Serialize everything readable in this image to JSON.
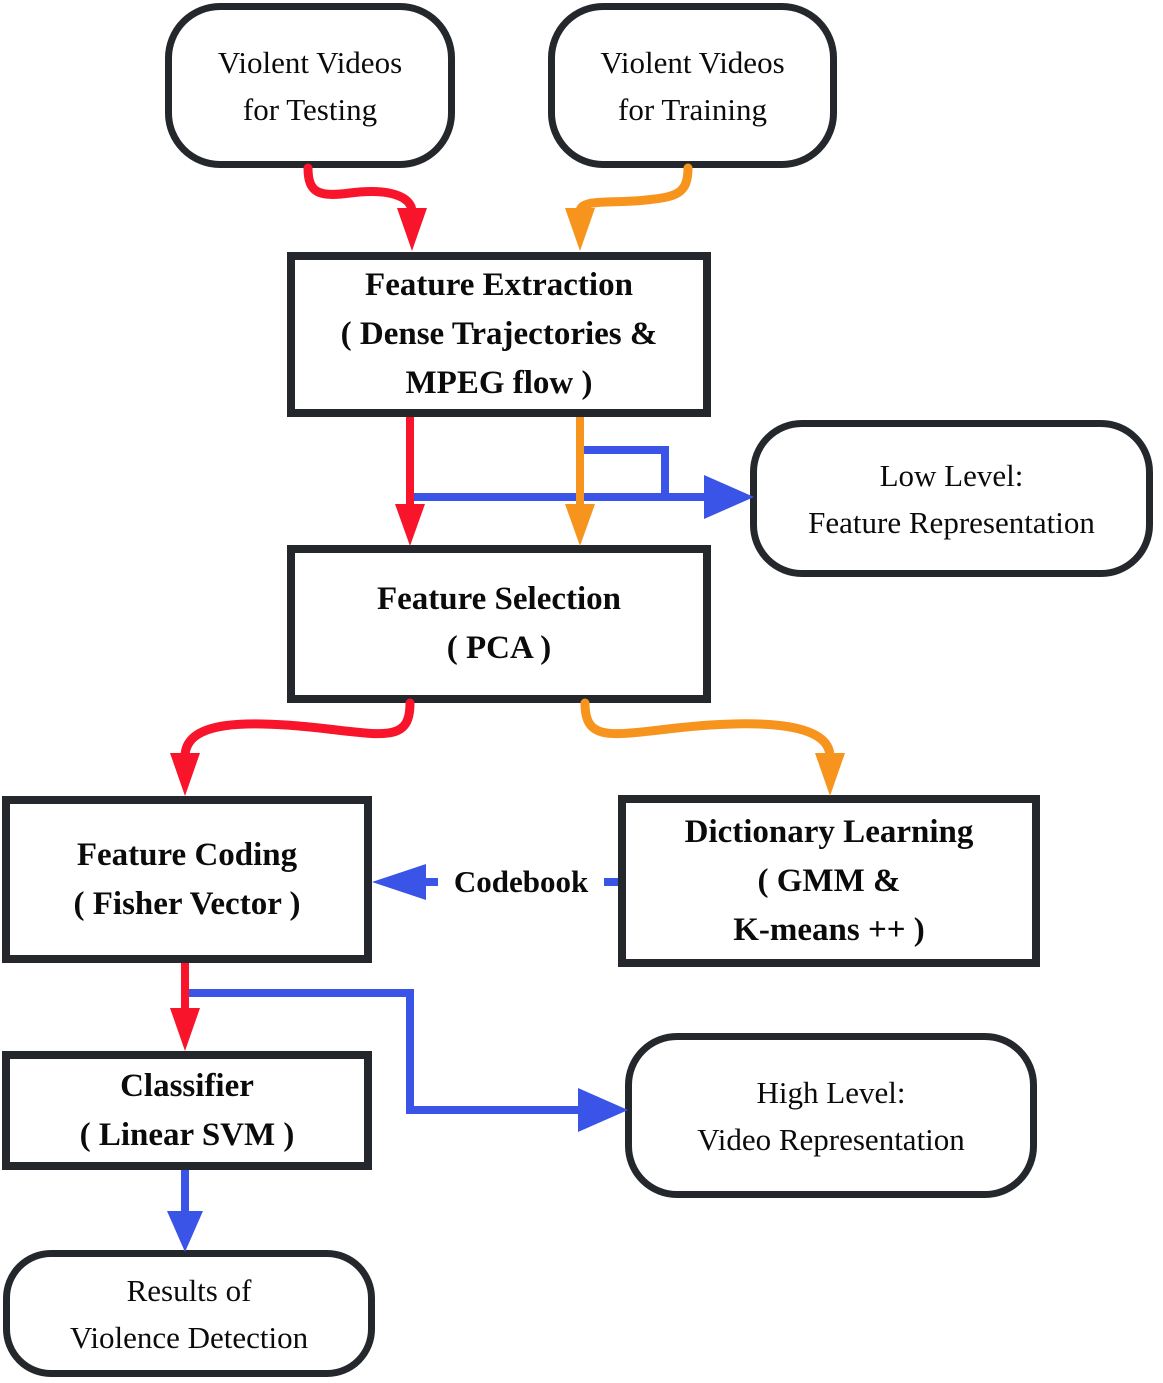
{
  "title": "Violence detection pipeline flowchart",
  "nodes": {
    "testing": {
      "lines": [
        "Violent Videos",
        "for Testing"
      ]
    },
    "training": {
      "lines": [
        "Violent Videos",
        "for Training"
      ]
    },
    "feature_extraction": {
      "lines": [
        "Feature Extraction",
        "( Dense Trajectories &",
        "MPEG flow )"
      ]
    },
    "low_level": {
      "lines": [
        "Low Level:",
        "Feature Representation"
      ]
    },
    "feature_selection": {
      "lines": [
        "Feature Selection",
        "( PCA )"
      ]
    },
    "feature_coding": {
      "lines": [
        "Feature Coding",
        "( Fisher Vector )"
      ]
    },
    "dictionary_learning": {
      "lines": [
        "Dictionary Learning",
        "( GMM &",
        "K-means ++ )"
      ]
    },
    "classifier": {
      "lines": [
        "Classifier",
        "( Linear SVM )"
      ]
    },
    "high_level": {
      "lines": [
        "High Level:",
        "Video Representation"
      ]
    },
    "results": {
      "lines": [
        "Results of",
        "Violence Detection"
      ]
    }
  },
  "edge_labels": {
    "codebook": "Codebook"
  },
  "colors": {
    "testing_flow": "#F8152B",
    "training_flow": "#F7941E",
    "data_flow": "#3A54E8",
    "box_border": "#24282C"
  }
}
